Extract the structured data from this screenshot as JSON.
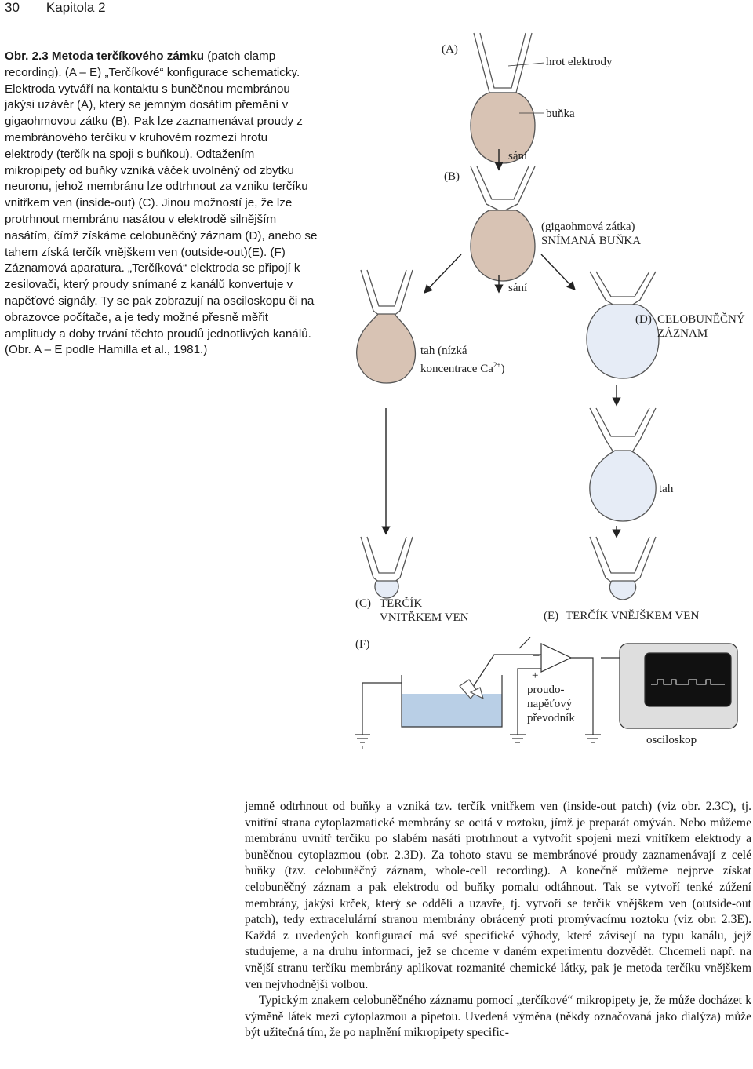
{
  "header": {
    "page_number": "30",
    "chapter": "Kapitola 2"
  },
  "caption": {
    "label": "Obr. 2.3 Metoda terčíkového zámku",
    "text": " (patch clamp recording). (A – E) „Terčíkové“ konfigurace schematicky. Elektroda vytváří na kontaktu s buněčnou membránou jakýsi uzávěr (A), který se jemným dosátím přemění v gigaohmovou zátku (B). Pak lze zaznamenávat proudy z membránového terčíku v kruhovém rozmezí hrotu elektrody (terčík na spoji s buňkou). Odtažením mikropipety od buňky vzniká váček uvolněný od zbytku neuronu, jehož membránu lze odtrhnout za vzniku terčíku vnitřkem ven (inside-out) (C). Jinou možností je, že lze protrhnout membránu nasátou v elektrodě silnějším nasátím, čímž získáme celobuněčný záznam (D), anebo se tahem získá terčík vnějškem ven (outside-out)(E). (F) Záznamová aparatura. „Terčíková“ elektroda se připojí k zesilovači, který proudy snímané z kanálů konvertuje v napěťové signály. Ty se pak zobrazují na osciloskopu či na obrazovce počítače, a je tedy možné přesně měřit amplitudy a doby trvání těchto proudů jednotlivých kanálů. (Obr. A – E podle Hamilla et al., 1981.)"
  },
  "figure": {
    "label_A": "(A)",
    "label_B": "(B)",
    "hrot": "hrot elektrody",
    "bunka": "buňka",
    "sani_1": "sání",
    "gigaohm": "(gigaohmová zátka)",
    "snimana": "SNÍMANÁ BUŇKA",
    "sani_2": "sání",
    "tah_niz_1": "tah (nízká",
    "tah_niz_2": "koncentrace Ca",
    "ca_sup": "2+",
    "tah_niz_3": ")",
    "label_D": "(D)",
    "celo_1": "CELOBUNĚČNÝ",
    "celo_2": "ZÁZNAM",
    "tah": "tah",
    "label_C": "(C)",
    "tercik_in_1": "TERČÍK",
    "tercik_in_2": "VNITŘKEM VEN",
    "label_E": "(E)",
    "tercik_out": "TERČÍK VNĚJŠKEM VEN",
    "label_F": "(F)",
    "minus": "–",
    "plus": "+",
    "prevodnik_1": "proudo-",
    "prevodnik_2": "napěťový",
    "prevodnik_3": "převodník",
    "osciloskop": "osciloskop"
  },
  "colors": {
    "cell_tan": "#d8c3b4",
    "cell_blue": "#e6ecf6",
    "bath": "#b9cfe6",
    "scope_body": "#dedede",
    "scope_screen": "#111111"
  },
  "body": {
    "p1": "jemně odtrhnout od buňky a vzniká tzv. terčík vnitřkem ven (inside-out patch) (viz obr. 2.3C), tj. vnitřní strana cytoplazmatické membrány se ocitá v roztoku, jímž je preparát omýván. Nebo můžeme membránu uvnitř terčíku po slabém nasátí protrhnout a vytvořit spojení mezi vnitřkem elektrody a buněčnou cytoplazmou (obr. 2.3D). Za tohoto stavu se membránové proudy zaznamenávají z celé buňky (tzv. celobuněčný záznam, whole-cell recording). A konečně můžeme nejprve získat celobuněčný záznam a pak elektrodu od buňky pomalu odtáhnout. Tak se vytvoří tenké zúžení membrány, jakýsi krček, který se oddělí a uzavře, tj. vytvoří se terčík vnějškem ven (outside-out patch), tedy extracelulární stranou membrány obrácený proti promývacímu roztoku (viz obr. 2.3E). Každá z uvedených konfigurací má své specifické výhody, které závisejí na typu kanálu, jejž studujeme, a na druhu informací, jež se chceme v daném experimentu dozvědět. Chcemeli např. na vnější stranu terčíku membrány aplikovat rozmanité chemické látky, pak je metoda terčíku vnějškem ven nejvhodnější volbou.",
    "p2": "Typickým znakem celobuněčného záznamu pomocí „terčíkové“ mikropipety je, že může docházet k výměně látek mezi cytoplazmou a pipetou. Uvedená výměna (někdy označovaná jako dialýza) může být užitečná tím, že po naplnění mikropipety specific-"
  }
}
